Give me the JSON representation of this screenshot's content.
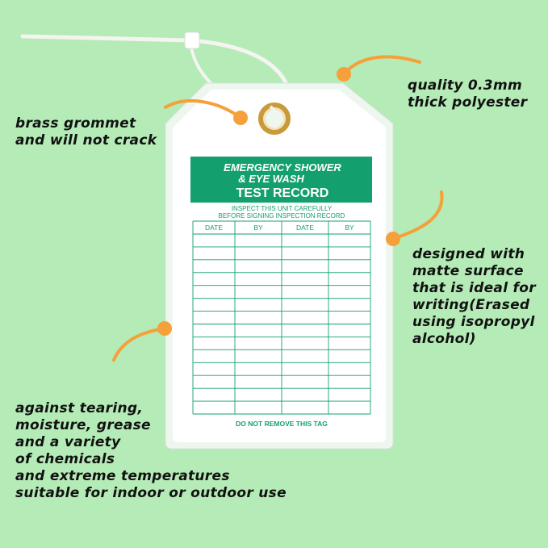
{
  "tag": {
    "header_line1": "EMERGENCY SHOWER",
    "header_line2": "& EYE WASH",
    "header_line3": "TEST RECORD",
    "instruction_line1": "INSPECT THIS UNIT CAREFULLY",
    "instruction_line2": "BEFORE SIGNING INSPECTION RECORD",
    "columns": [
      "DATE",
      "BY",
      "DATE",
      "BY"
    ],
    "footer": "DO NOT REMOVE THIS TAG"
  },
  "callouts": {
    "grommet": "brass grommet\nand will not crack",
    "polyester": "quality 0.3mm\nthick polyester",
    "surface": "designed with\nmatte surface\nthat is ideal for\nwriting(Erased\nusing isopropyl\nalcohol)",
    "durability": "against tearing,\nmoisture, grease\nand a variety\nof chemicals\nand extreme temperatures\nsuitable for indoor or outdoor use"
  },
  "colors": {
    "background": "#b4ebb6",
    "tag_green": "#13a06e",
    "accent_orange": "#f5a03a",
    "brass": "#c99a3a"
  }
}
